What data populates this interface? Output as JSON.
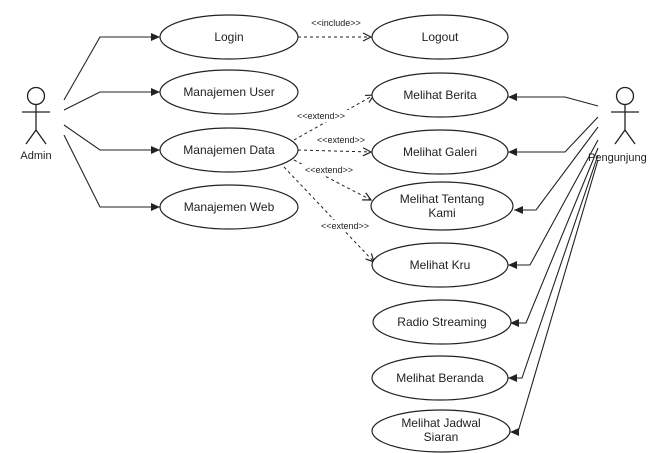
{
  "actors": {
    "admin": "Admin",
    "visitor": "Pengunjung"
  },
  "use_cases": {
    "login": "Login",
    "logout": "Logout",
    "manajemen_user": "Manajemen User",
    "manajemen_data": "Manajemen Data",
    "manajemen_web": "Manajemen Web",
    "melihat_berita": "Melihat Berita",
    "melihat_galeri": "Melihat Galeri",
    "melihat_tentang_kami_1": "Melihat Tentang",
    "melihat_tentang_kami_2": "Kami",
    "melihat_kru": "Melihat Kru",
    "radio_streaming": "Radio Streaming",
    "melihat_beranda": "Melihat Beranda",
    "melihat_jadwal_1": "Melihat Jadwal",
    "melihat_jadwal_2": "Siaran"
  },
  "relations": {
    "include": "<<include>>",
    "extend_berita": "<<extend>>",
    "extend_galeri": "<<extend>>",
    "extend_tentang": "<<extend>>",
    "extend_kru": "<<extend>>"
  }
}
